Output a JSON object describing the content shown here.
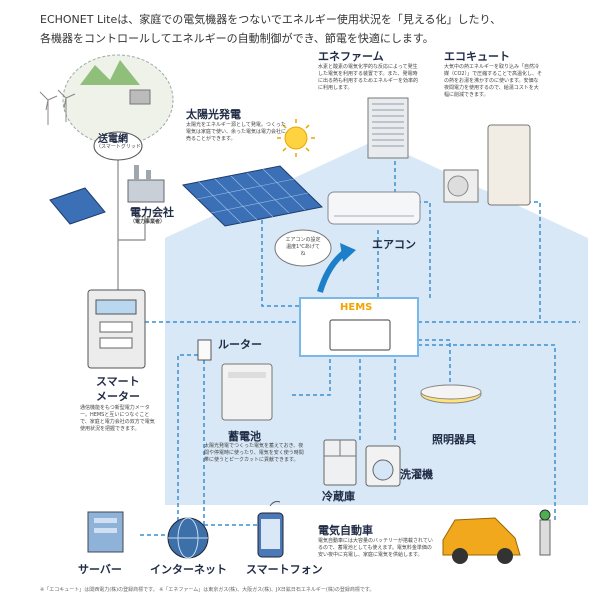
{
  "intro": {
    "line1": "ECHONET Liteは、家庭での電気機器をつないでエネルギー使用状況を「見える化」したり、",
    "line2": "各機器をコントロールしてエネルギーの自動制御ができ、節電を快適にします。"
  },
  "nodes": {
    "grid": {
      "title": "送電網",
      "sub": "（スマートグリッド）"
    },
    "power_company": {
      "title": "電力会社",
      "sub": "（電力事業者）"
    },
    "solar": {
      "title": "太陽光発電",
      "desc": "太陽光をエネルギー源として発電。つくった電気は家庭で使い、余った電気は電力会社に売ることができます。"
    },
    "enefarm": {
      "title": "エネファーム",
      "desc": "水素と酸素の電気化学的な反応によって発生した電気を利用する装置です。また、発電時に出る熱も利用するためエネルギーを効率的に利用します。"
    },
    "ecocute": {
      "title": "エコキュート",
      "desc": "大気中の熱エネルギーを取り込み「自然冷媒（CO2）」で圧縮することで高温化し、その熱をお湯を沸かすのに使います。安価な夜間電力を使用するので、給湯コストを大幅に削減できます。"
    },
    "aircon": {
      "title": "エアコン",
      "bubble": "エアコンの設定温度1℃あげてね"
    },
    "hems": {
      "title": "HEMS"
    },
    "router": {
      "title": "ルーター"
    },
    "smart_meter": {
      "title": "スマートメーター",
      "line1": "スマート",
      "line2": "メーター",
      "desc": "通信機能をもつ新型電力メーター。HEMSと互いにつなぐことで、家庭と電力会社の双方で電気使用状況を把握できます。"
    },
    "battery": {
      "title": "蓄電池",
      "desc": "太陽光発電でつくった電気を蓄えておき、夜間や停電時に使ったり、電気を安く使う時間帯に使うとピークカットに貢献できます。"
    },
    "lighting": {
      "title": "照明器具"
    },
    "washer": {
      "title": "洗濯機"
    },
    "fridge": {
      "title": "冷蔵庫"
    },
    "ev": {
      "title": "電気自動車",
      "desc": "電気自動車には大容量のバッテリーが搭載されているので、蓄電池としても使えます。電気料金単価の安い夜中に充電し、家庭に電気を供給します。"
    },
    "server": {
      "title": "サーバー"
    },
    "internet": {
      "title": "インターネット"
    },
    "smartphone": {
      "title": "スマートフォン"
    }
  },
  "footer": "※「エコキュート」は関西電力(株)の登録商標です。 ※「エネファーム」は東京ガス(株)、大阪ガス(株)、JX日鉱日石エネルギー(株)の登録商標です。",
  "colors": {
    "house": "#d8e8f6",
    "line": "#3a8fd0",
    "hems_border": "#7ab8e8",
    "hems_title": "#f0a500",
    "arrow": "#1e7fc9",
    "car": "#f2a81d"
  }
}
